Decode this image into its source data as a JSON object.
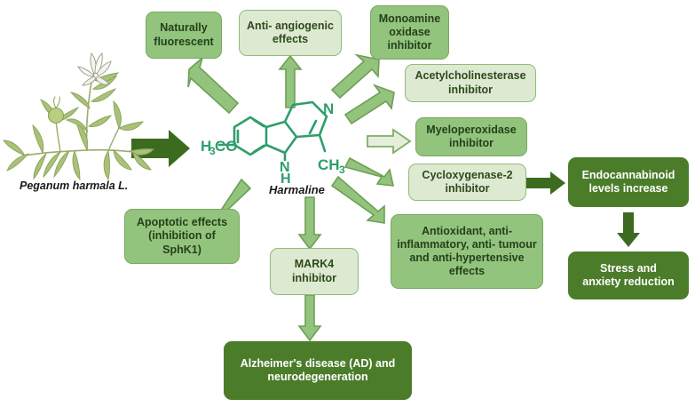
{
  "figure": {
    "plant": {
      "caption": "Peganum harmala L.",
      "alt_name": "peganum-harmala-plant-illustration"
    },
    "molecule": {
      "name": "Harmaline",
      "labels": {
        "methoxy": "H",
        "methoxy_sub": "3",
        "methoxy_rest": "CO",
        "nitrogen_ring": "N",
        "nh_n": "N",
        "nh_h": "H",
        "methyl": "CH",
        "methyl_sub": "3"
      }
    },
    "colors": {
      "pale_fill": "#dde9d1",
      "mid_fill": "#93c47d",
      "dark_fill": "#4b7c2a",
      "arrow_fill": "#93c47d",
      "arrow_stroke": "#6f9e56",
      "dark_arrow": "#3c6b1f",
      "molecule_green": "#2e9e6b",
      "text_dark": "#24401a",
      "text_light": "#ffffff"
    },
    "boxes": [
      {
        "id": "naturally-fluorescent",
        "label": "Naturally\nfluorescent",
        "style": "mid"
      },
      {
        "id": "anti-angiogenic-effects",
        "label": "Anti- angiogenic\neffects",
        "style": "pale"
      },
      {
        "id": "monoamine-oxidase-inhibitor",
        "label": "Monoamine\noxidase\ninhibitor",
        "style": "mid"
      },
      {
        "id": "acetylcholinesterase-inhibitor",
        "label": "Acetylcholinesterase\ninhibitor",
        "style": "pale"
      },
      {
        "id": "myeloperoxidase-inhibitor",
        "label": "Myeloperoxidase\ninhibitor",
        "style": "mid"
      },
      {
        "id": "cycloxygenase-2-inhibitor",
        "label": "Cycloxygenase-2\ninhibitor",
        "style": "pale"
      },
      {
        "id": "endocannabinoid-levels-increase",
        "label": "Endocannabinoid\nlevels increase",
        "style": "dark"
      },
      {
        "id": "stress-and-anxiety-reduction",
        "label": "Stress and\nanxiety reduction",
        "style": "dark"
      },
      {
        "id": "antioxidant-effects",
        "label": "Antioxidant, anti-\ninflammatory, anti- tumour\nand anti-hypertensive\neffects",
        "style": "mid"
      },
      {
        "id": "apoptotic-effects",
        "label": "Apoptotic effects\n(inhibition of\nSphK1)",
        "style": "mid"
      },
      {
        "id": "mark4-inhibitor",
        "label": "MARK4\ninhibitor",
        "style": "pale"
      },
      {
        "id": "alzheimers-disease",
        "label": "Alzheimer's disease (AD) and\nneurodegeneration",
        "style": "dark"
      }
    ]
  }
}
